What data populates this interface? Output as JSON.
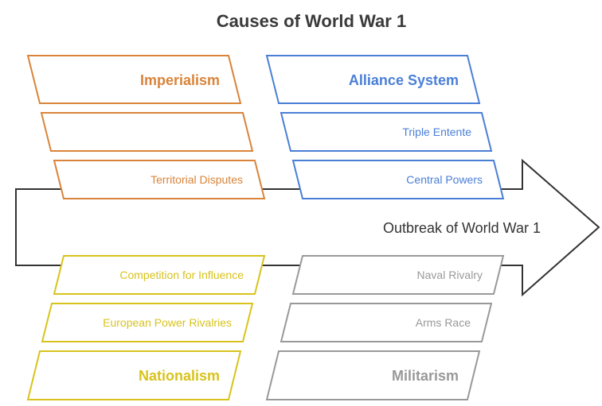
{
  "title": "Causes of World War 1",
  "center_label": "Outbreak of World War 1",
  "colors": {
    "imperialism": "#d9843a",
    "alliance": "#4a7fd6",
    "nationalism": "#d8c31c",
    "militarism": "#999999",
    "arrow": "#333333"
  },
  "imperialism": {
    "heading": "Imperialism",
    "items": [
      "",
      "Territorial Disputes"
    ]
  },
  "alliance": {
    "heading": "Alliance System",
    "items": [
      "Triple Entente",
      "Central Powers"
    ]
  },
  "nationalism": {
    "heading": "Nationalism",
    "items": [
      "Competition for Influence",
      "European Power Rivalries"
    ]
  },
  "militarism": {
    "heading": "Militarism",
    "items": [
      "Naval Rivalry",
      "Arms Race"
    ]
  }
}
